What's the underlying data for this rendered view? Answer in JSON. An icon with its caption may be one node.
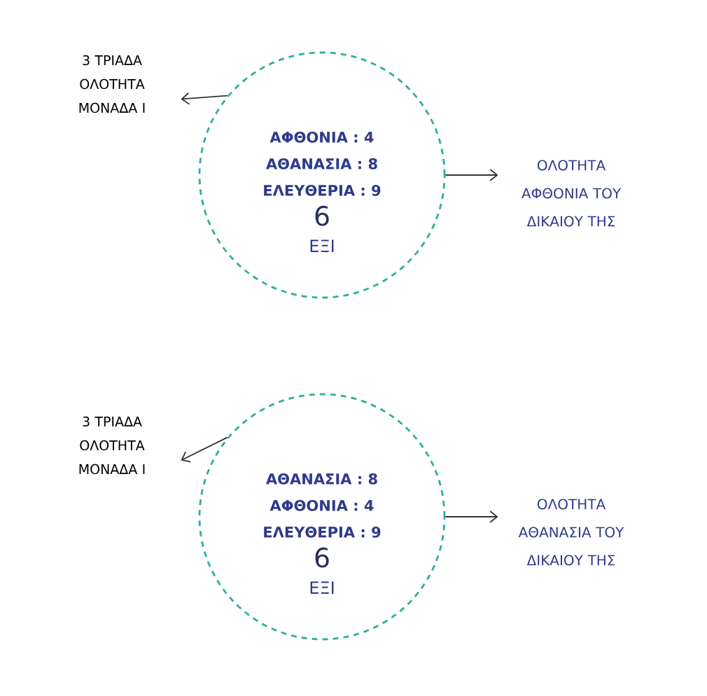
{
  "diagram": {
    "nodes": [
      {
        "text": [
          "ΑΦΘΟΝΙΑ : 4",
          "ΑΘΑΝΑΣΙΑ : 8",
          "ΕΛΕΥΘΕΡΙΑ : 9",
          "6",
          "ΕΞΙ"
        ]
      },
      {
        "text": [
          "3 ΤΡΙΑΔΑ ΟΛΟΤΗΤΑ ΜΟΝΑΔΑ Ι"
        ]
      },
      {
        "text": [
          "ΟΛΟΤΗΤΑ ΑΦΘΟΝΙΑ ΤΟΥ ΔΙΚΑΙΟΥ ΤΗΣ"
        ]
      },
      {
        "text": [
          "ΑΘΑΝΑΣΙΑ : 8",
          "ΑΦΘΟΝΙΑ : 4",
          "ΕΛΕΥΘΕΡΙΑ : 9",
          "6",
          "ΕΞΙ"
        ]
      },
      {
        "text": [
          "3 ΤΡΙΑΔΑ ΟΛΟΤΗΤΑ ΜΟΝΑΔΑ Ι"
        ]
      },
      {
        "text": [
          "ΟΛΟΤΗΤΑ ΑΘΑΝΑΣΙΑ ΤΟΥ ΔΙΚΑΙΟΥ ΤΗΣ"
        ]
      }
    ],
    "edges": [
      {
        "from": 0,
        "to": 1,
        "arrow": "to"
      },
      {
        "from": 0,
        "to": 2,
        "arrow": "to"
      },
      {
        "from": 3,
        "to": 4,
        "arrow": "to"
      },
      {
        "from": 3,
        "to": 5,
        "arrow": "to"
      }
    ]
  }
}
